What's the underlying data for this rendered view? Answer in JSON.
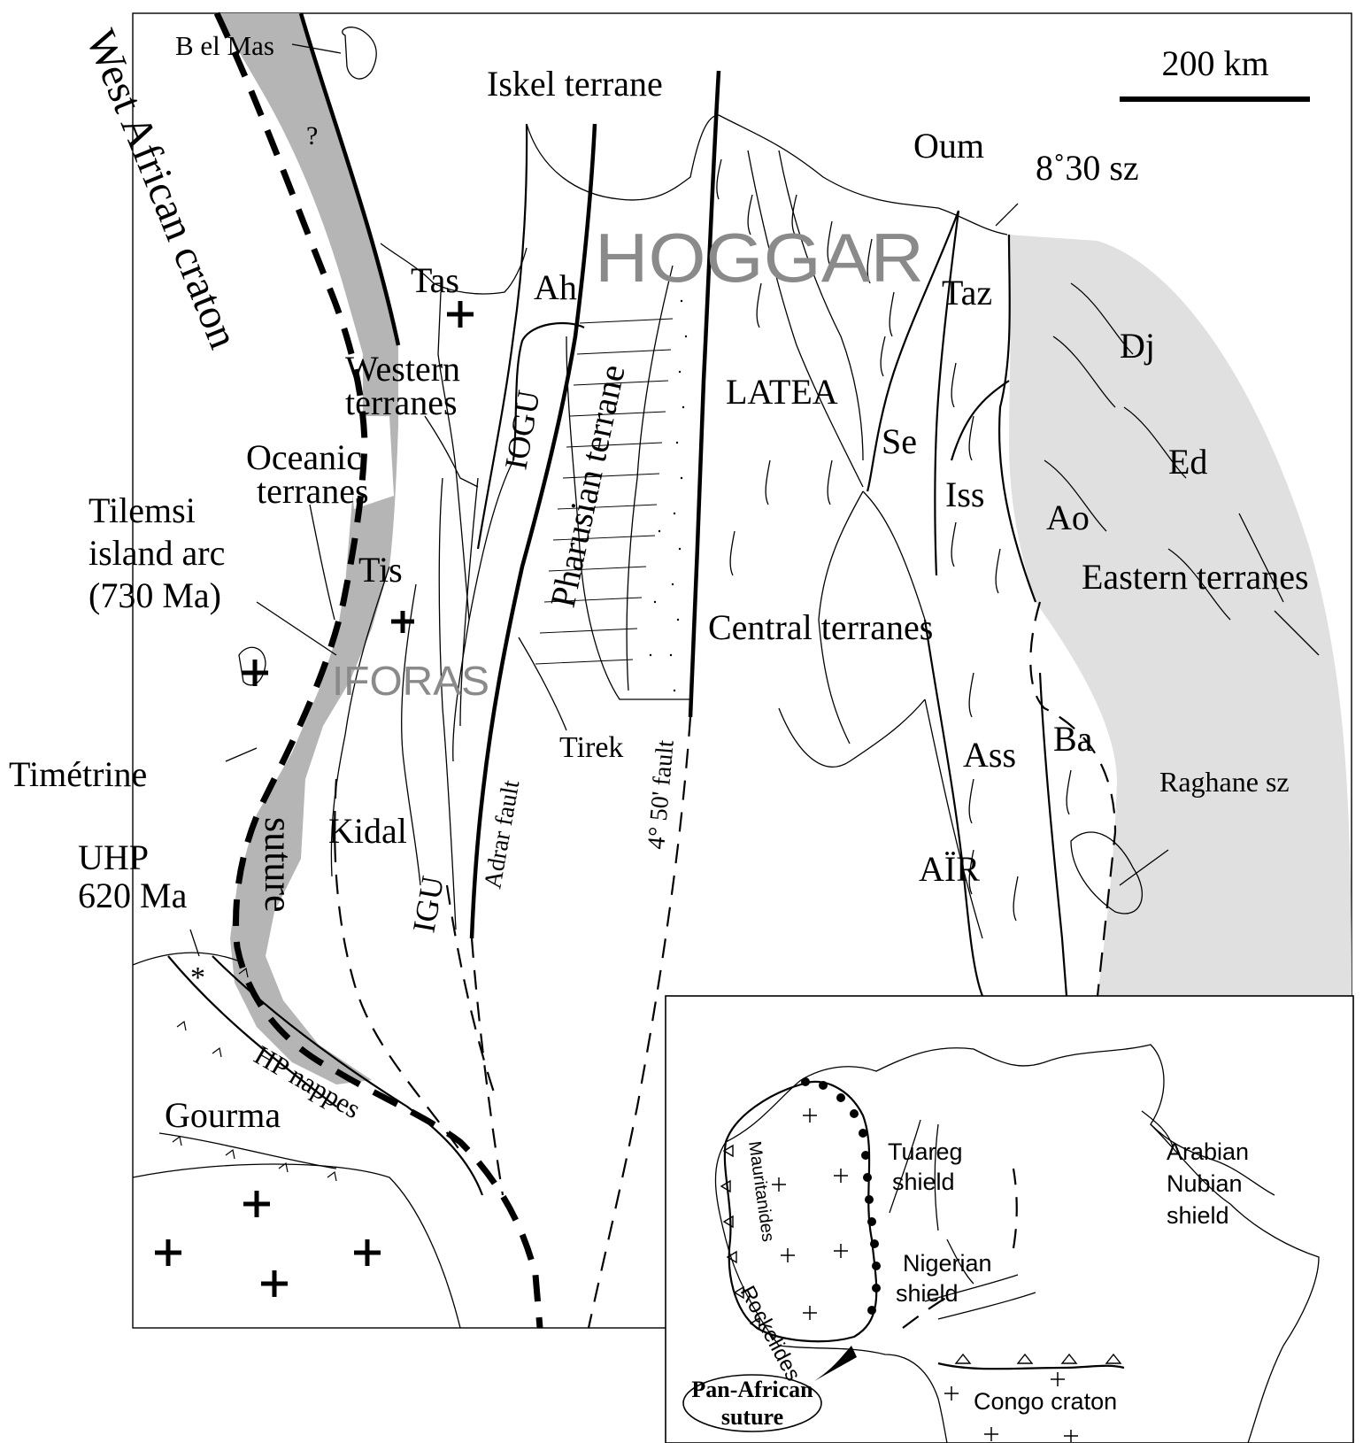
{
  "scale_bar": {
    "label": "200 km"
  },
  "regions": {
    "hoggar": "HOGGAR",
    "iforas": "IFORAS",
    "west_african_craton": "West African craton",
    "suture": "suture"
  },
  "labels": {
    "b_el_mas": "B el Mas",
    "question": "?",
    "iskel": "Iskel terrane",
    "oum": "Oum",
    "sz_830": "8˚30 sz",
    "tas": "Tas",
    "ah": "Ah",
    "taz": "Taz",
    "dj": "Dj",
    "western_1": "Western",
    "western_2": "terranes",
    "latea": "LATEA",
    "iogu": "IOGU",
    "pharusian": "Pharusian terrane",
    "oceanic_1": "Oceanic",
    "oceanic_2": "terranes",
    "se": "Se",
    "ed": "Ed",
    "tilemsi_1": "Tilemsi",
    "tilemsi_2": "island arc",
    "tilemsi_3": "(730 Ma)",
    "iss": "Iss",
    "ao": "Ao",
    "tis": "Tis",
    "eastern": "Eastern terranes",
    "central": "Central terranes",
    "timetrine": "Timétrine",
    "tirek": "Tirek",
    "adrar_fault": "Adrar fault",
    "fault_450": "4° 50' fault",
    "ass": "Ass",
    "ba": "Ba",
    "raghane": "Raghane sz",
    "kidal": "Kidal",
    "uhp_1": "UHP",
    "uhp_2": "620 Ma",
    "igu": "IGU",
    "air": "AÏR",
    "asterisk": "*",
    "hp_nappes": "HP nappes",
    "gourma": "Gourma"
  },
  "inset": {
    "tuareg_1": "Tuareg",
    "tuareg_2": "shield",
    "mauritanides": "Mauritanides",
    "arabian_1": "Arabian",
    "arabian_2": "Nubian",
    "arabian_3": "shield",
    "nigerian_1": "Nigerian",
    "nigerian_2": "shield",
    "rockelides": "Rockelides",
    "pan_african_1": "Pan-African",
    "pan_african_2": "suture",
    "congo": "Congo craton"
  },
  "colors": {
    "suture_fill": "#b5b5b5",
    "eastern_fill": "#e0e0e0",
    "hoggar_text": "#8a8a8a"
  }
}
